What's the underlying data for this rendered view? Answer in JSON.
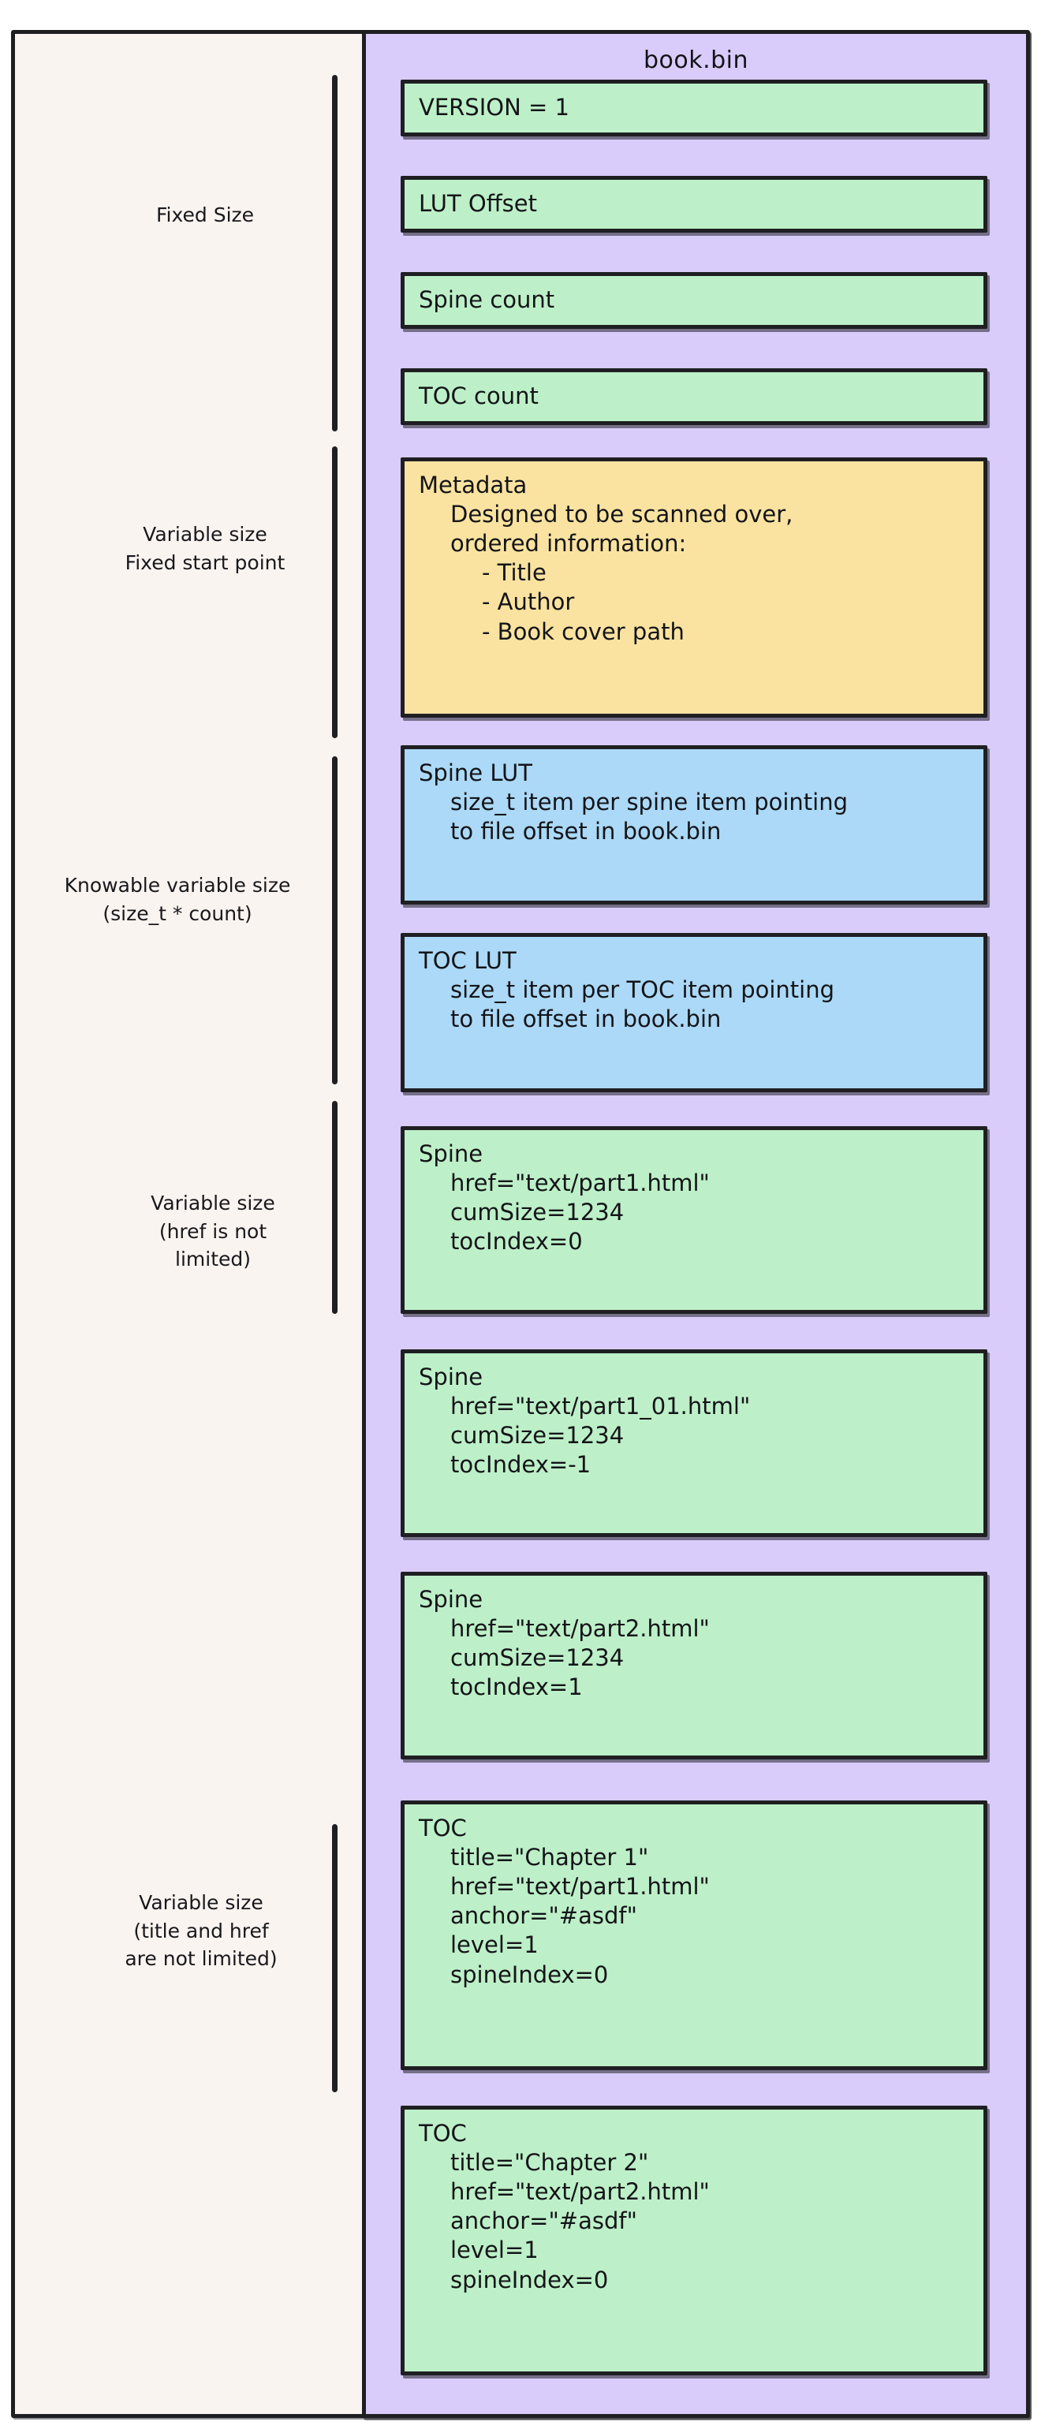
{
  "diagram": {
    "title": "book.bin",
    "colors": {
      "page_background": "#ffffff",
      "left_zone_background": "#faf4f0",
      "bin_column_background": "#d9ccfb",
      "green_box": "#bdf0c8",
      "yellow_box": "#fae3a0",
      "blue_box": "#abd9f7",
      "stroke": "#1f1f22"
    }
  },
  "zones": [
    {
      "id": "fixed-size",
      "label": "Fixed Size"
    },
    {
      "id": "variable-fixed-start",
      "label": "Variable size\nFixed start point"
    },
    {
      "id": "knowable-variable",
      "label": "Knowable variable size\n(size_t * count)"
    },
    {
      "id": "variable-href",
      "label": "Variable size\n(href is not\nlimited)"
    },
    {
      "id": "variable-title-href",
      "label": "Variable size\n(title and href\nare not limited)"
    }
  ],
  "records": [
    {
      "id": "version",
      "color": "green",
      "header": "VERSION = 1",
      "lines": []
    },
    {
      "id": "lut-offset",
      "color": "green",
      "header": "LUT Offset",
      "lines": []
    },
    {
      "id": "spine-count",
      "color": "green",
      "header": "Spine count",
      "lines": []
    },
    {
      "id": "toc-count",
      "color": "green",
      "header": "TOC count",
      "lines": []
    },
    {
      "id": "metadata",
      "color": "yellow",
      "header": "Metadata",
      "lines": [
        {
          "indent": 1,
          "text": "Designed to be scanned over,"
        },
        {
          "indent": 1,
          "text": "ordered information:"
        },
        {
          "indent": 2,
          "text": "- Title"
        },
        {
          "indent": 2,
          "text": "- Author"
        },
        {
          "indent": 2,
          "text": "- Book cover path"
        }
      ]
    },
    {
      "id": "spine-lut",
      "color": "blue",
      "header": "Spine LUT",
      "lines": [
        {
          "indent": 1,
          "text": "size_t item per spine item pointing"
        },
        {
          "indent": 1,
          "text": "to file offset in book.bin"
        }
      ]
    },
    {
      "id": "toc-lut",
      "color": "blue",
      "header": "TOC LUT",
      "lines": [
        {
          "indent": 1,
          "text": "size_t item per TOC item pointing"
        },
        {
          "indent": 1,
          "text": "to file offset in book.bin"
        }
      ]
    },
    {
      "id": "spine-1",
      "color": "green",
      "header": "Spine",
      "lines": [
        {
          "indent": 1,
          "text": "href=\"text/part1.html\""
        },
        {
          "indent": 1,
          "text": "cumSize=1234"
        },
        {
          "indent": 1,
          "text": "tocIndex=0"
        }
      ]
    },
    {
      "id": "spine-2",
      "color": "green",
      "header": "Spine",
      "lines": [
        {
          "indent": 1,
          "text": "href=\"text/part1_01.html\""
        },
        {
          "indent": 1,
          "text": "cumSize=1234"
        },
        {
          "indent": 1,
          "text": "tocIndex=-1"
        }
      ]
    },
    {
      "id": "spine-3",
      "color": "green",
      "header": "Spine",
      "lines": [
        {
          "indent": 1,
          "text": "href=\"text/part2.html\""
        },
        {
          "indent": 1,
          "text": "cumSize=1234"
        },
        {
          "indent": 1,
          "text": "tocIndex=1"
        }
      ]
    },
    {
      "id": "toc-1",
      "color": "green",
      "header": "TOC",
      "lines": [
        {
          "indent": 1,
          "text": "title=\"Chapter 1\""
        },
        {
          "indent": 1,
          "text": "href=\"text/part1.html\""
        },
        {
          "indent": 1,
          "text": "anchor=\"#asdf\""
        },
        {
          "indent": 1,
          "text": "level=1"
        },
        {
          "indent": 1,
          "text": "spineIndex=0"
        }
      ]
    },
    {
      "id": "toc-2",
      "color": "green",
      "header": "TOC",
      "lines": [
        {
          "indent": 1,
          "text": "title=\"Chapter 2\""
        },
        {
          "indent": 1,
          "text": "href=\"text/part2.html\""
        },
        {
          "indent": 1,
          "text": "anchor=\"#asdf\""
        },
        {
          "indent": 1,
          "text": "level=1"
        },
        {
          "indent": 1,
          "text": "spineIndex=0"
        }
      ]
    }
  ]
}
